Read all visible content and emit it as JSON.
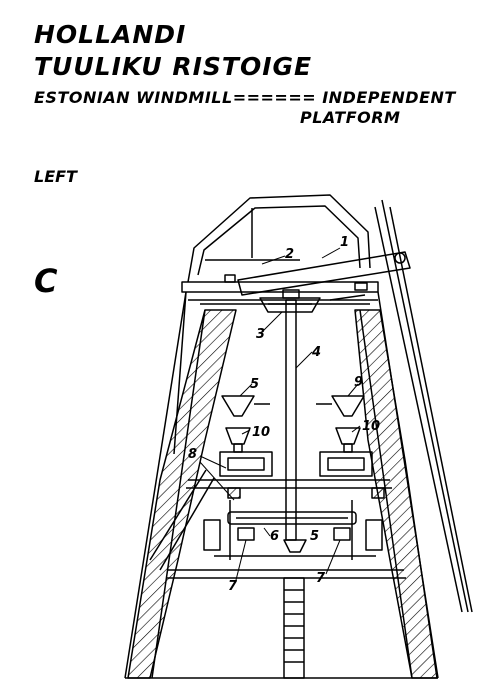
{
  "title_line1": "HOLLANDI",
  "title_line2": "TUULIKU RISTOIGE",
  "subtitle_line1": "ESTONIAN WINDMILL====== INDEPENDENT",
  "subtitle_line2": "PLATFORM",
  "side_label": "LEFT",
  "variant_label": "C",
  "callouts": [
    "1",
    "2",
    "3",
    "4",
    "5",
    "9",
    "10",
    "10",
    "8",
    "6",
    "5",
    "7",
    "7"
  ]
}
